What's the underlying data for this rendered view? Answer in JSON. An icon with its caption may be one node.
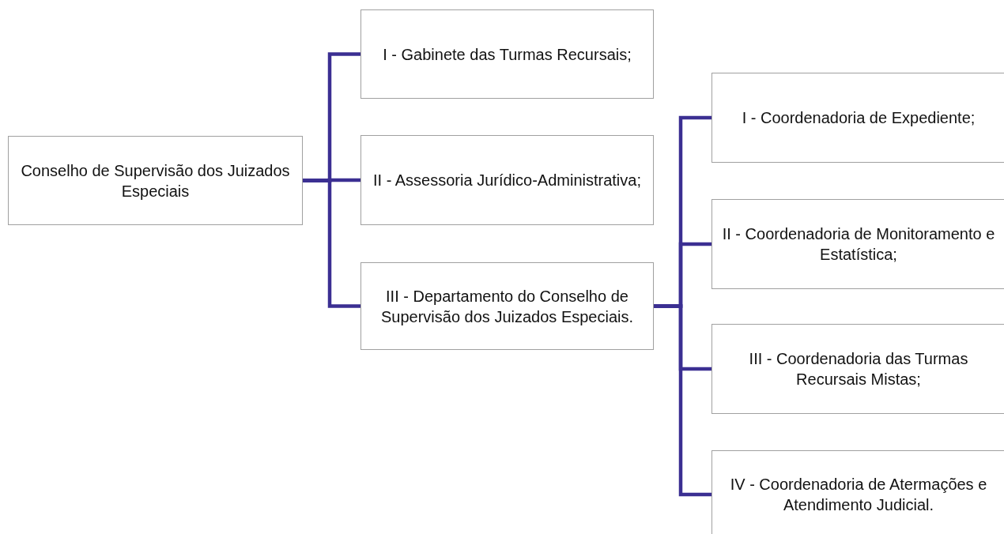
{
  "diagram": {
    "nodes": [
      {
        "text": [
          "Conselho de Supervisão dos Juizados Especiais"
        ]
      },
      {
        "text": [
          "I - Gabinete das Turmas Recursais;"
        ]
      },
      {
        "text": [
          "II - Assessoria Jurídico-Administrativa;"
        ]
      },
      {
        "text": [
          "III - Departamento do Conselho de Supervisão dos Juizados Especiais."
        ]
      },
      {
        "text": [
          "I - Coordenadoria de Expediente;"
        ]
      },
      {
        "text": [
          "II - Coordenadoria de Monitoramento e Estatística;"
        ]
      },
      {
        "text": [
          "III - Coordenadoria das Turmas Recursais Mistas;"
        ]
      },
      {
        "text": [
          "IV - Coordenadoria de Atermações e Atendimento Judicial."
        ]
      }
    ],
    "edges": [
      {
        "from": 0,
        "to": 1,
        "arrow": "none"
      },
      {
        "from": 0,
        "to": 2,
        "arrow": "none"
      },
      {
        "from": 0,
        "to": 3,
        "arrow": "none"
      },
      {
        "from": 3,
        "to": 4,
        "arrow": "none"
      },
      {
        "from": 3,
        "to": 5,
        "arrow": "none"
      },
      {
        "from": 3,
        "to": 6,
        "arrow": "none"
      },
      {
        "from": 3,
        "to": 7,
        "arrow": "none"
      }
    ]
  }
}
